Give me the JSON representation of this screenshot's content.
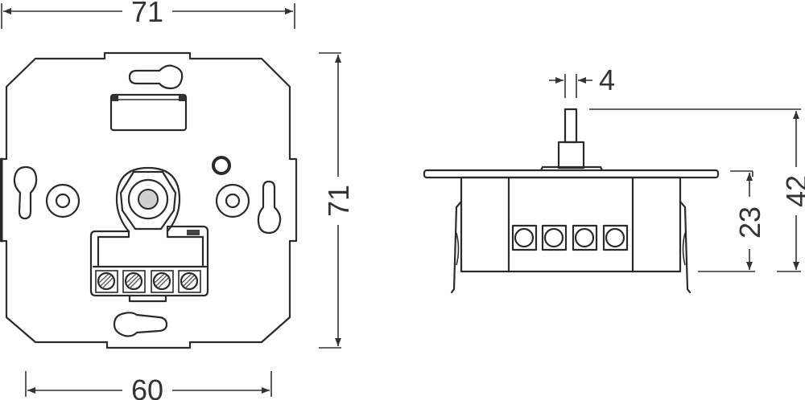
{
  "drawing": {
    "type": "technical-dimension-drawing",
    "units": "mm",
    "front_view": {
      "width_label": "71",
      "height_label": "71",
      "mount_width_label": "60",
      "terminal_count": 4
    },
    "side_view": {
      "shaft_diameter_label": "4",
      "total_depth_label": "42",
      "body_depth_label": "23",
      "terminal_count": 4
    },
    "colors": {
      "line": "#2a2a2a",
      "dimension": "#333333",
      "background": "#ffffff",
      "fill_accent": "#cfcfcf"
    }
  }
}
